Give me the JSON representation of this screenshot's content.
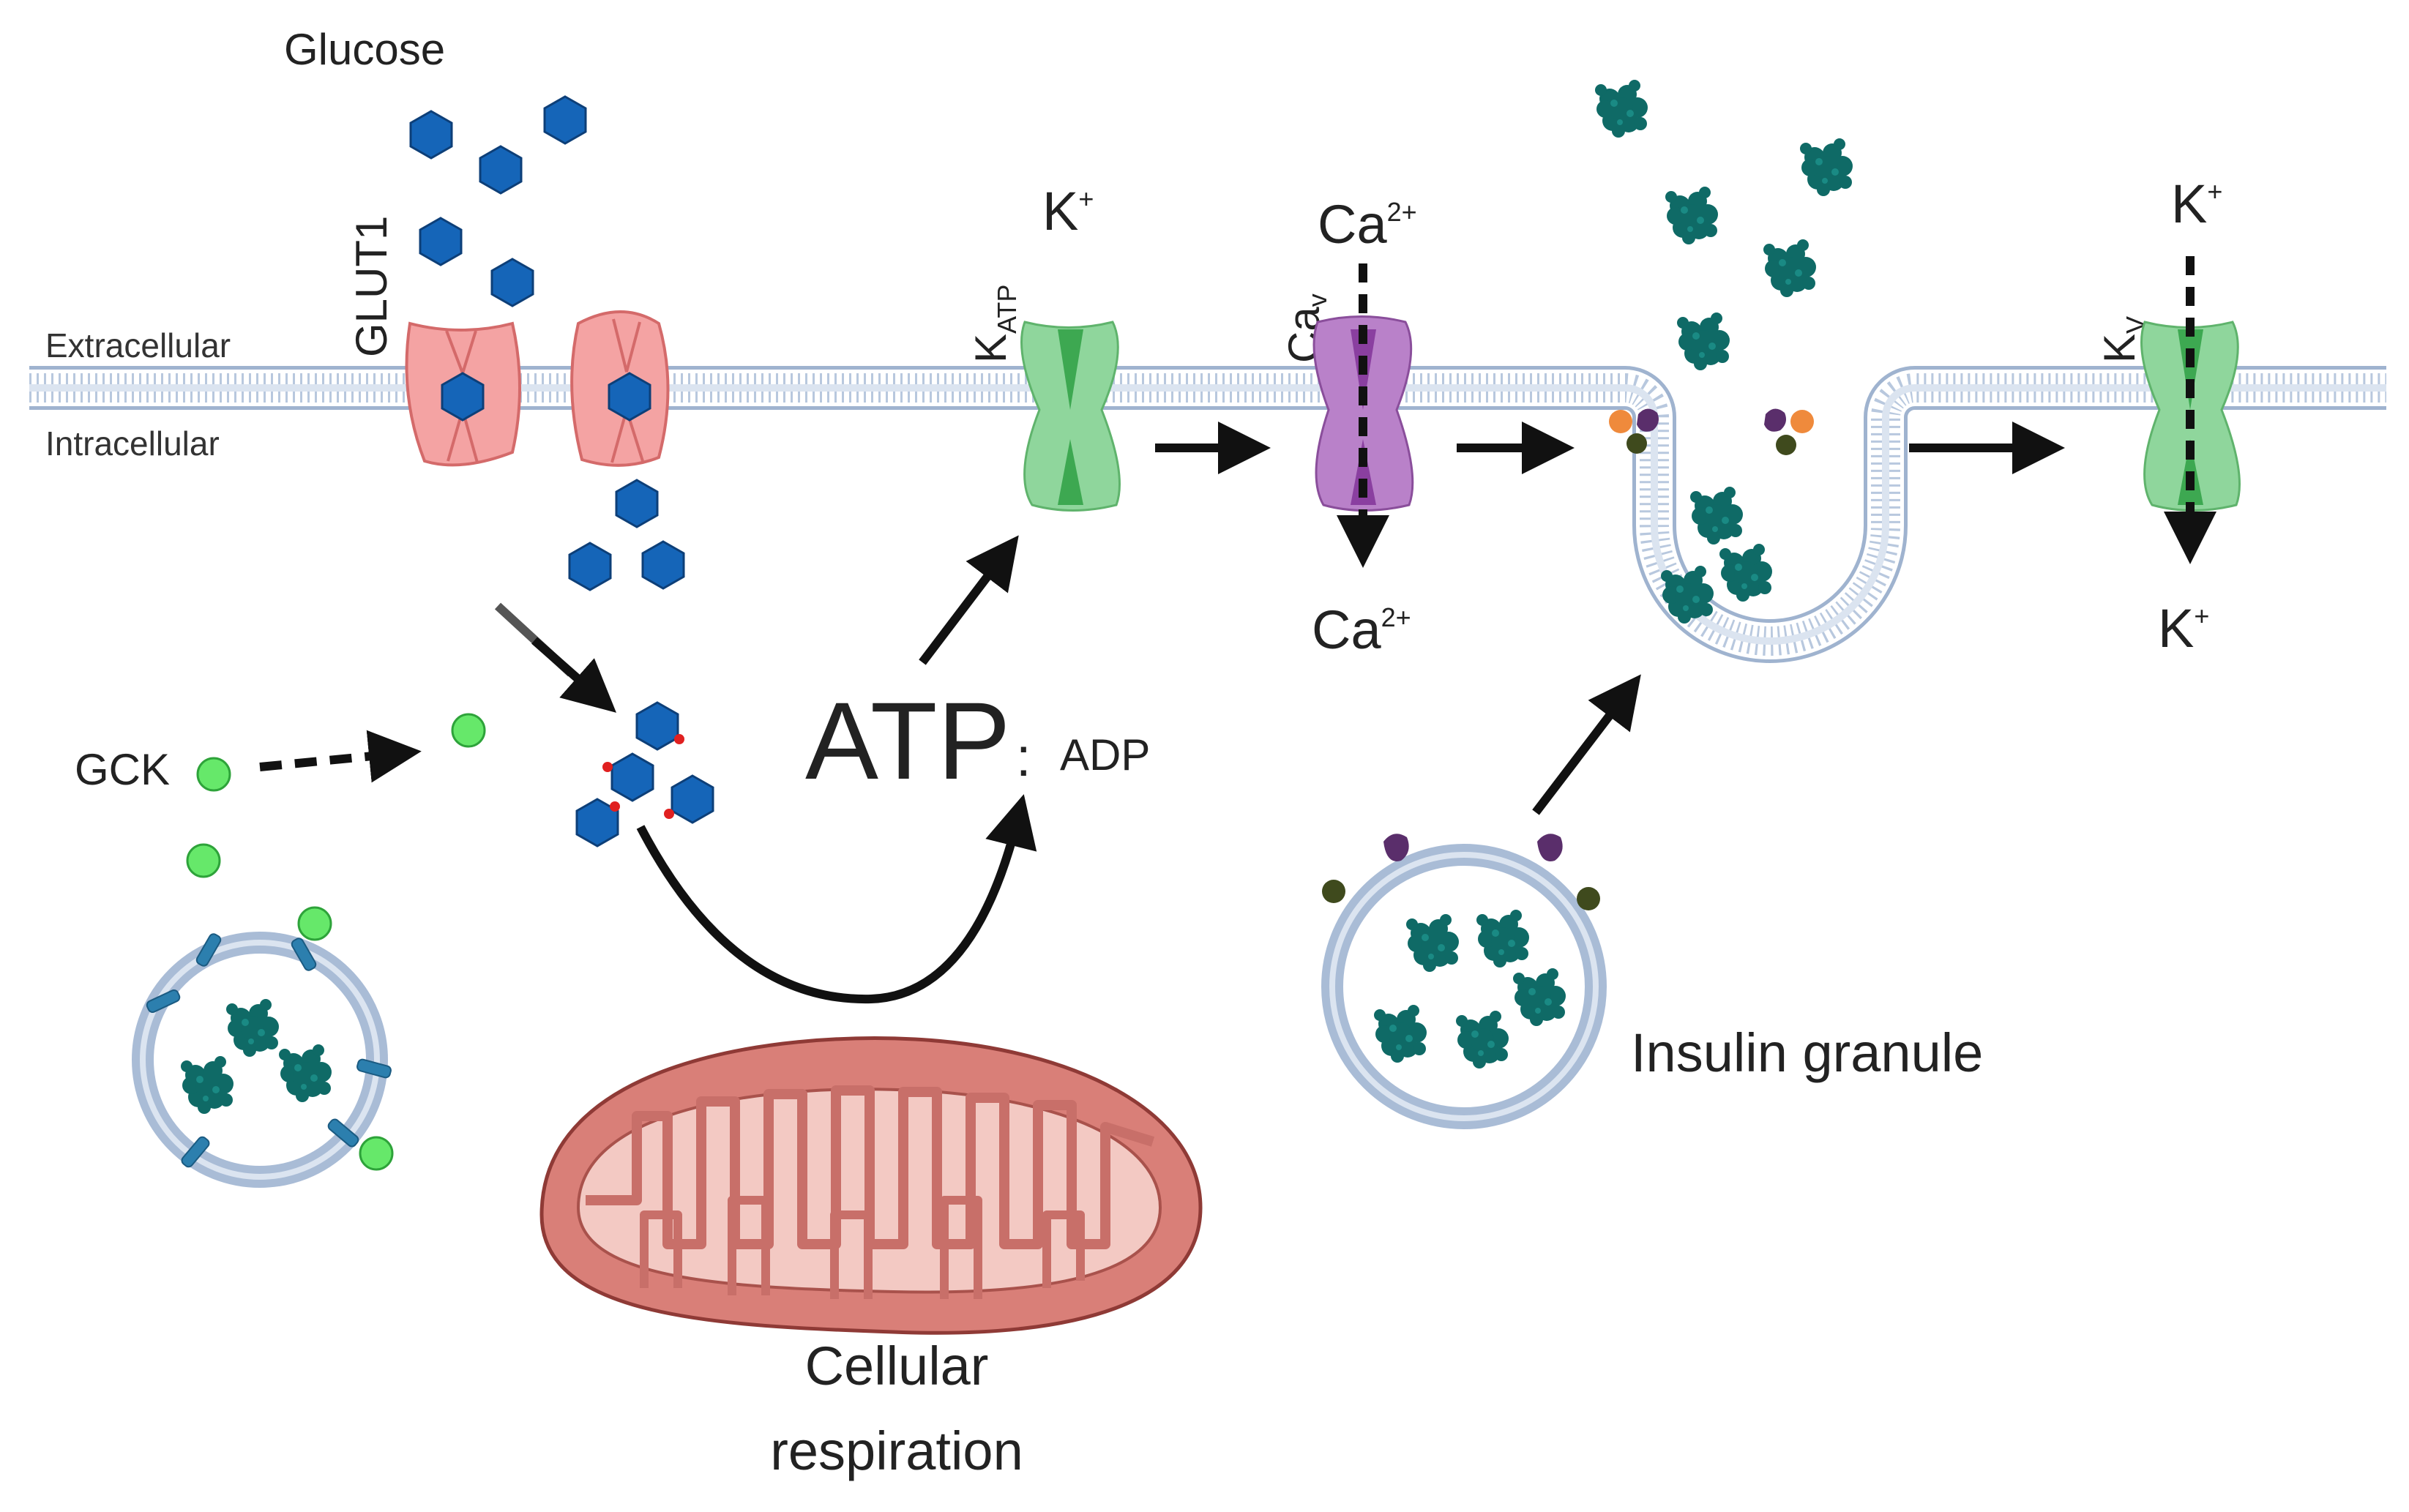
{
  "labels": {
    "glucose": "Glucose",
    "glut1": "GLUT1",
    "extracellular": "Extracellular",
    "intracellular": "Intracellular",
    "gck": "GCK",
    "k_atp_main": "K",
    "k_atp_sub": "ATP",
    "k_plus_top": "K",
    "plus": "+",
    "ca_v_main": "Ca",
    "ca_v_sub": "v",
    "ca_top": "Ca",
    "ca_bottom": "Ca",
    "ca_charge": "2+",
    "k_v_main": "K",
    "k_v_sub": "V",
    "k_v_top": "K",
    "k_v_bottom": "K",
    "atp": "ATP",
    "ratio_colon": ":",
    "adp": "ADP",
    "cellular": "Cellular",
    "respiration": "respiration",
    "insulin_granule": "Insulin granule"
  },
  "colors": {
    "membrane": "#b5c6dd",
    "glucose": "#1565b8",
    "glut": "#f19a9a",
    "k_channel": "#7fcf8f",
    "ca_channel": "#b370c4",
    "insulin": "#0f6a66",
    "gck": "#66e86a",
    "mito": "#d97f78",
    "arrow": "#111111"
  },
  "icons": {
    "glucose": "hexagon-icon",
    "insulin": "protein-cluster-icon",
    "mitochondrion": "mitochondrion-icon"
  }
}
